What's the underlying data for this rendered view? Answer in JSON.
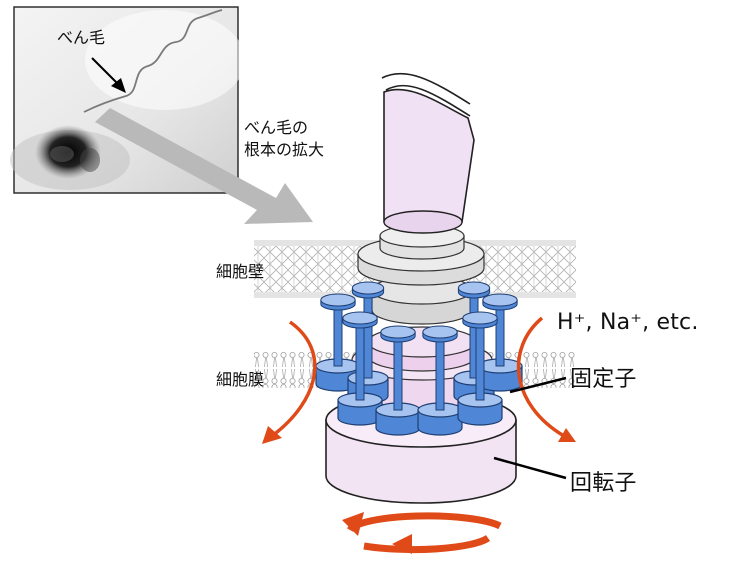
{
  "photo_label": "べん毛",
  "zoom_label": [
    "べん毛の",
    "根本の拡大"
  ],
  "cell_wall_label": "細胞壁",
  "cell_membrane_label": "細胞膜",
  "ions_label": "H⁺, Na⁺, etc.",
  "stator_label": "固定子",
  "rotor_label": "回転子",
  "colors": {
    "stator_blue": "#4f86d6",
    "stator_blue_light": "#a7c4f1",
    "rotor_pink": "#f3e4f3",
    "arrow_red": "#e04a18",
    "zoom_arrow_gray": "#b9b9b9"
  },
  "icons": {
    "rotation_arrow": "circular-rotation-arrow-icon",
    "ion_flow_arrows": "curved-ion-flow-arrow-icon"
  }
}
